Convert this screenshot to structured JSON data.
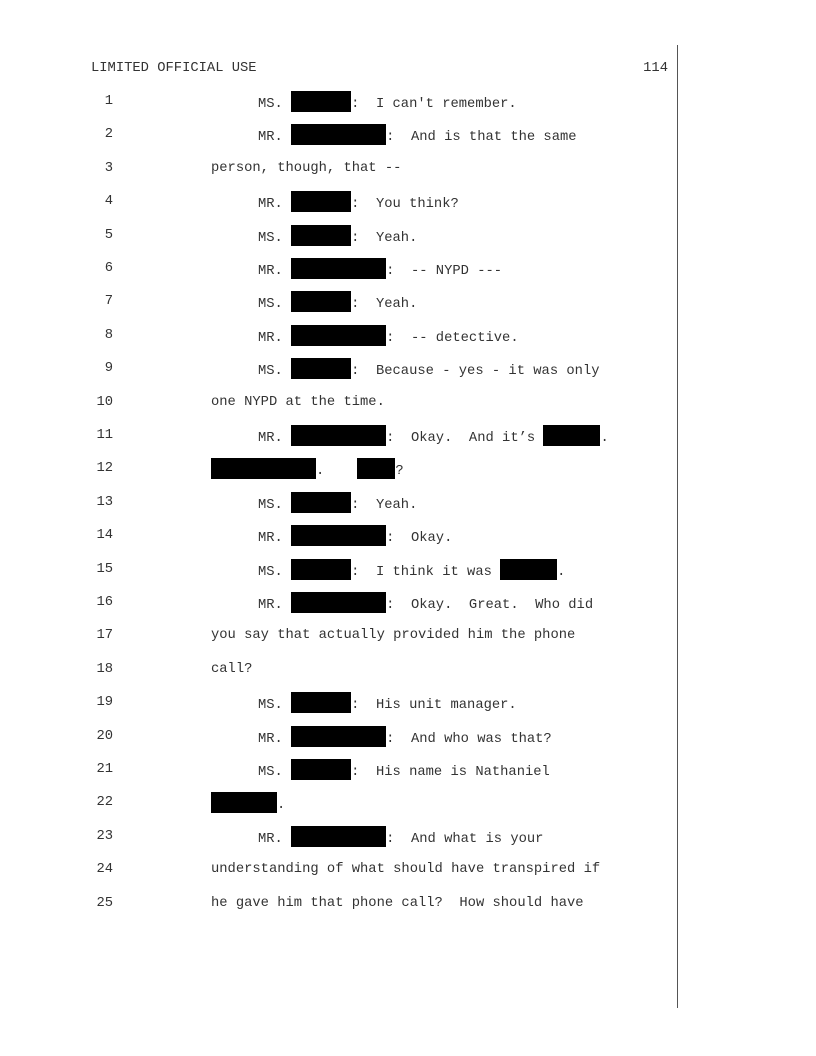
{
  "header": {
    "label": "LIMITED OFFICIAL USE",
    "page_number": "114"
  },
  "lines": [
    {
      "n": "1",
      "indent": true,
      "segs": [
        {
          "t": "MS. "
        },
        {
          "r": "s"
        },
        {
          "t": ":  I can't remember."
        }
      ]
    },
    {
      "n": "2",
      "indent": true,
      "segs": [
        {
          "t": "MR. "
        },
        {
          "r": "l"
        },
        {
          "t": ":  And is that the same"
        }
      ]
    },
    {
      "n": "3",
      "indent": false,
      "segs": [
        {
          "t": "person, though, that --"
        }
      ]
    },
    {
      "n": "4",
      "indent": true,
      "segs": [
        {
          "t": "MR. "
        },
        {
          "r": "s"
        },
        {
          "t": ":  You think?"
        }
      ]
    },
    {
      "n": "5",
      "indent": true,
      "segs": [
        {
          "t": "MS. "
        },
        {
          "r": "s"
        },
        {
          "t": ":  Yeah."
        }
      ]
    },
    {
      "n": "6",
      "indent": true,
      "segs": [
        {
          "t": "MR. "
        },
        {
          "r": "l"
        },
        {
          "t": ":  -- NYPD ---"
        }
      ]
    },
    {
      "n": "7",
      "indent": true,
      "segs": [
        {
          "t": "MS. "
        },
        {
          "r": "s"
        },
        {
          "t": ":  Yeah."
        }
      ]
    },
    {
      "n": "8",
      "indent": true,
      "segs": [
        {
          "t": "MR. "
        },
        {
          "r": "l"
        },
        {
          "t": ":  -- detective."
        }
      ]
    },
    {
      "n": "9",
      "indent": true,
      "segs": [
        {
          "t": "MS. "
        },
        {
          "r": "s"
        },
        {
          "t": ":  Because - yes - it was only"
        }
      ]
    },
    {
      "n": "10",
      "indent": false,
      "segs": [
        {
          "t": "one NYPD at the time."
        }
      ]
    },
    {
      "n": "11",
      "indent": true,
      "segs": [
        {
          "t": "MR. "
        },
        {
          "r": "l"
        },
        {
          "t": ":  Okay.  And it’s "
        },
        {
          "r": "s2"
        },
        {
          "t": "."
        }
      ]
    },
    {
      "n": "12",
      "indent": false,
      "segs": [
        {
          "r": "xl"
        },
        {
          "t": ".    "
        },
        {
          "r": "m"
        },
        {
          "t": "?"
        }
      ]
    },
    {
      "n": "13",
      "indent": true,
      "segs": [
        {
          "t": "MS. "
        },
        {
          "r": "s"
        },
        {
          "t": ":  Yeah."
        }
      ]
    },
    {
      "n": "14",
      "indent": true,
      "segs": [
        {
          "t": "MR. "
        },
        {
          "r": "l"
        },
        {
          "t": ":  Okay."
        }
      ]
    },
    {
      "n": "15",
      "indent": true,
      "segs": [
        {
          "t": "MS. "
        },
        {
          "r": "s"
        },
        {
          "t": ":  I think it was "
        },
        {
          "r": "s2"
        },
        {
          "t": "."
        }
      ]
    },
    {
      "n": "16",
      "indent": true,
      "segs": [
        {
          "t": "MR. "
        },
        {
          "r": "l"
        },
        {
          "t": ":  Okay.  Great.  Who did"
        }
      ]
    },
    {
      "n": "17",
      "indent": false,
      "segs": [
        {
          "t": "you say that actually provided him the phone"
        }
      ]
    },
    {
      "n": "18",
      "indent": false,
      "segs": [
        {
          "t": "call?"
        }
      ]
    },
    {
      "n": "19",
      "indent": true,
      "segs": [
        {
          "t": "MS. "
        },
        {
          "r": "s"
        },
        {
          "t": ":  His unit manager."
        }
      ]
    },
    {
      "n": "20",
      "indent": true,
      "segs": [
        {
          "t": "MR. "
        },
        {
          "r": "l"
        },
        {
          "t": ":  And who was that?"
        }
      ]
    },
    {
      "n": "21",
      "indent": true,
      "segs": [
        {
          "t": "MS. "
        },
        {
          "r": "s"
        },
        {
          "t": ":  His name is Nathaniel"
        }
      ]
    },
    {
      "n": "22",
      "indent": false,
      "segs": [
        {
          "r": "m2"
        },
        {
          "t": "."
        }
      ]
    },
    {
      "n": "23",
      "indent": true,
      "segs": [
        {
          "t": "MR. "
        },
        {
          "r": "l"
        },
        {
          "t": ":  And what is your"
        }
      ]
    },
    {
      "n": "24",
      "indent": false,
      "segs": [
        {
          "t": "understanding of what should have transpired if"
        }
      ]
    },
    {
      "n": "25",
      "indent": false,
      "segs": [
        {
          "t": "he gave him that phone call?  How should have"
        }
      ]
    }
  ]
}
